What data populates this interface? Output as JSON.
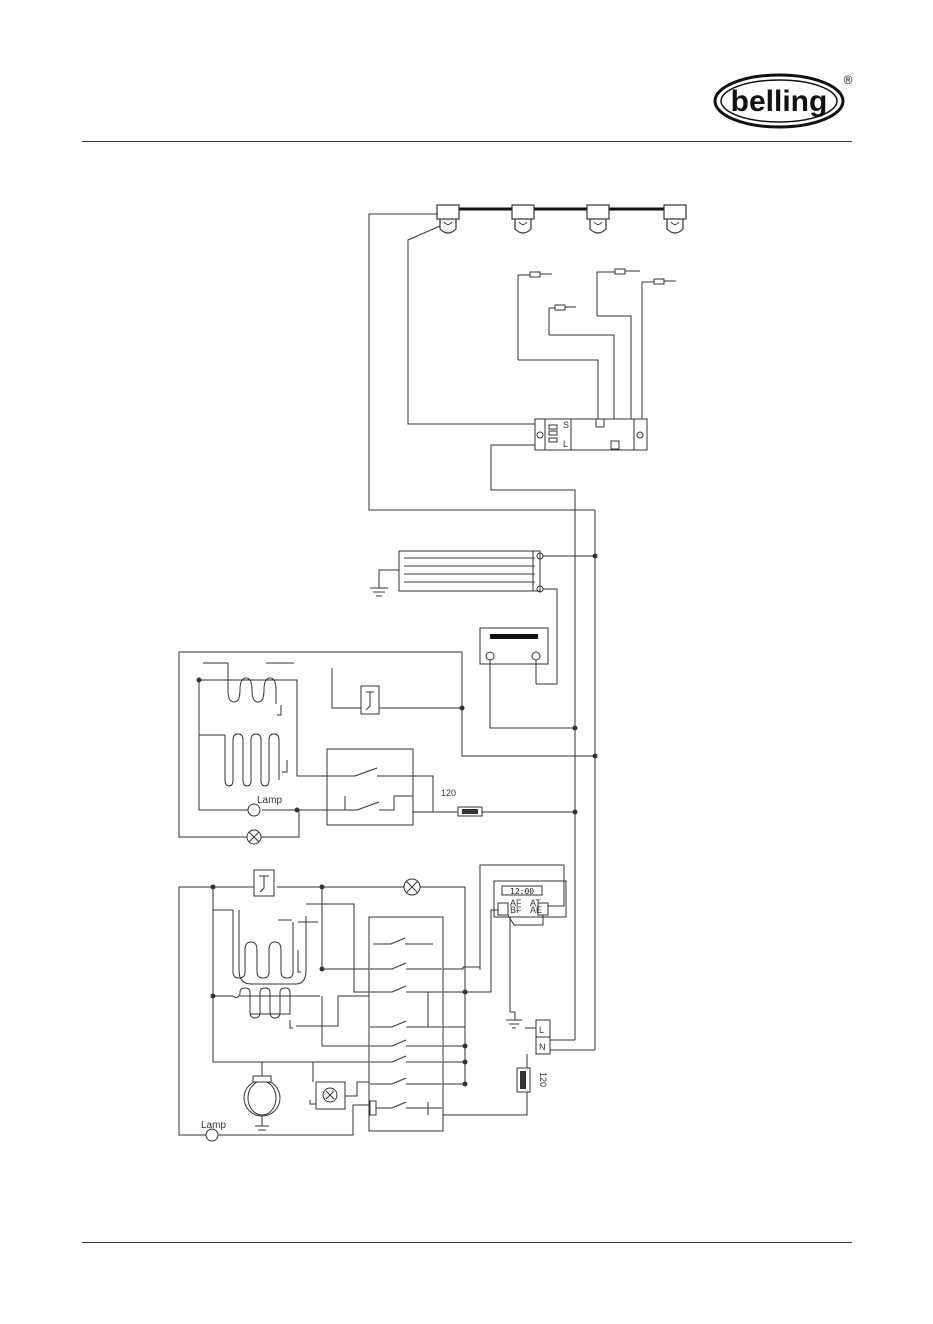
{
  "brand": {
    "logo_text": "belling",
    "registered_mark": "®"
  },
  "diagram": {
    "labels": {
      "lamp_upper": "Lamp",
      "lamp_lower": "Lamp",
      "voltage_upper": "120",
      "voltage_lower": "120",
      "timer_display": "12:00",
      "timer_ch_left": "AF",
      "timer_ch_left2": "BF",
      "timer_ch_right": "AT",
      "timer_ch_right2": "AE",
      "ignition_s": "S",
      "ignition_l": "L",
      "terminal_l": "L",
      "terminal_n": "N"
    }
  },
  "colors": {
    "line": "#333333",
    "background": "#ffffff"
  }
}
